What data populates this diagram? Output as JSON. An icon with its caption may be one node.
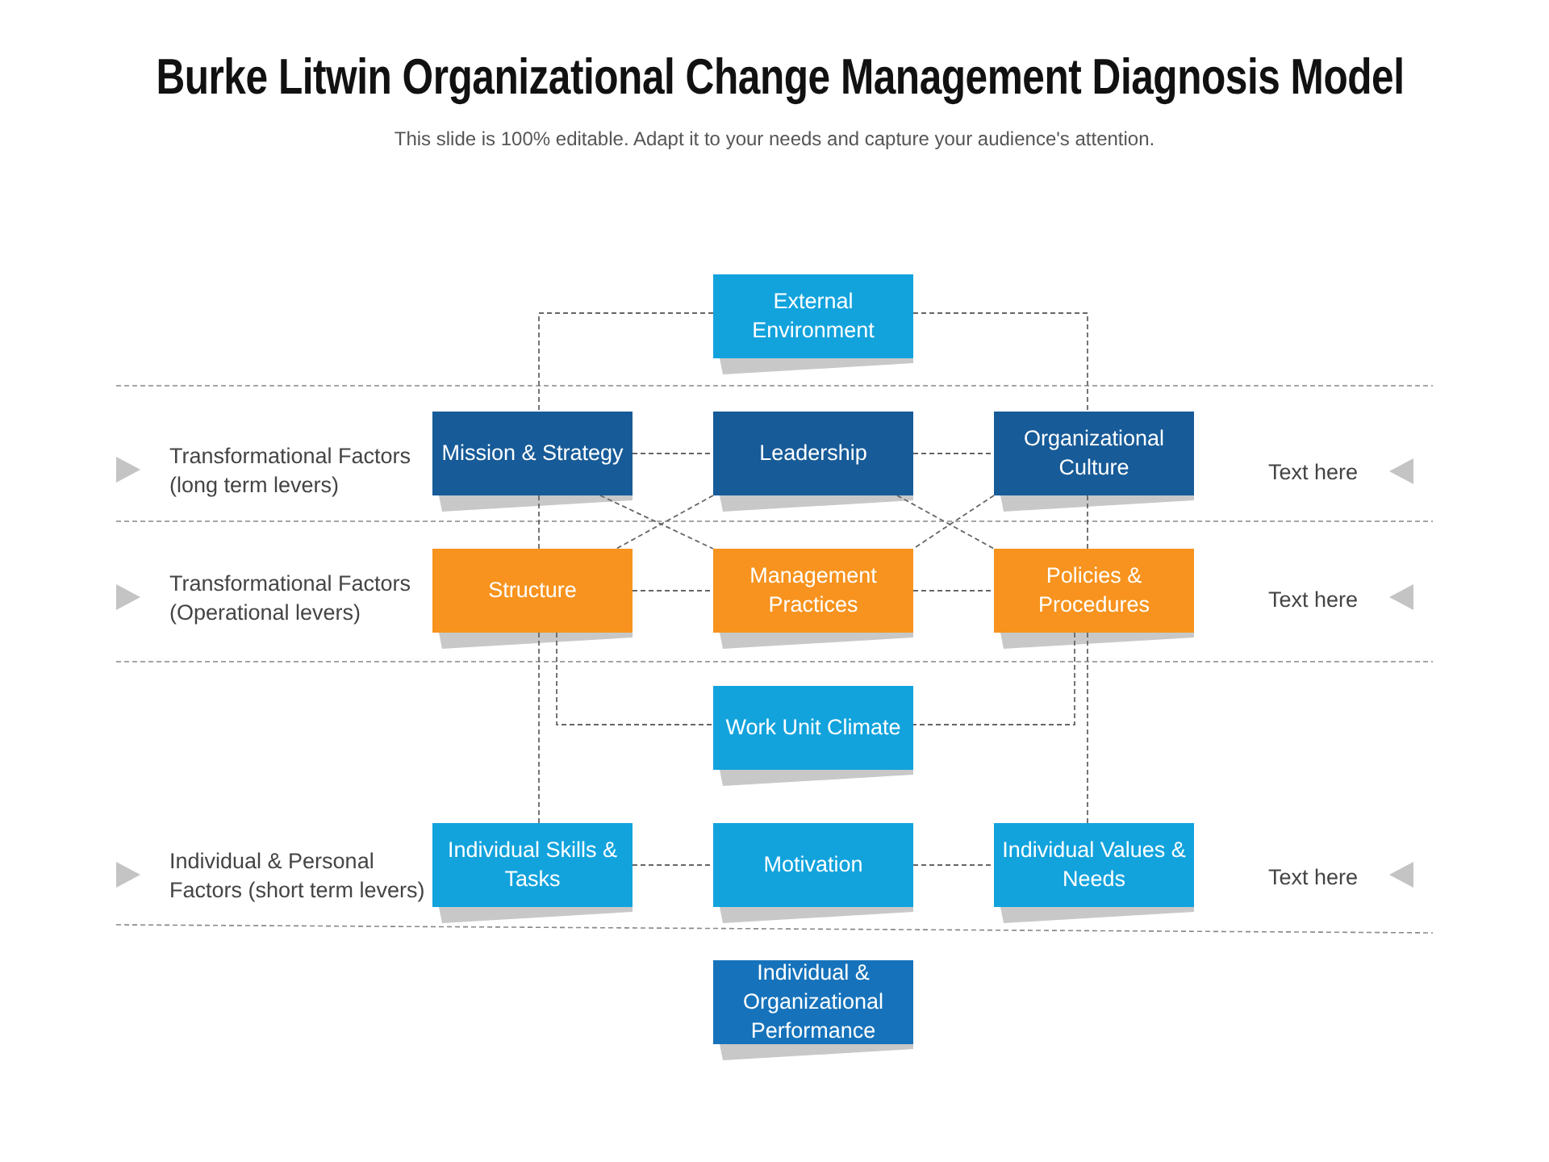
{
  "diagram": {
    "title": "Burke Litwin Organizational Change Management Diagnosis Model",
    "caption": "This slide is 100% editable. Adapt it to your needs and capture your audience's attention.",
    "nodes": [
      {
        "text": [
          "External Environment"
        ]
      },
      {
        "text": [
          "Mission & Strategy"
        ]
      },
      {
        "text": [
          "Leadership"
        ]
      },
      {
        "text": [
          "Organizational Culture"
        ]
      },
      {
        "text": [
          "Structure"
        ]
      },
      {
        "text": [
          "Management Practices"
        ]
      },
      {
        "text": [
          "Policies & Procedures"
        ]
      },
      {
        "text": [
          "Work Unit Climate"
        ]
      },
      {
        "text": [
          "Individual Skills & Tasks"
        ]
      },
      {
        "text": [
          "Motivation"
        ]
      },
      {
        "text": [
          "Individual Values & Needs"
        ]
      },
      {
        "text": [
          "Individual & Organizational Performance"
        ]
      }
    ],
    "edges": [
      {
        "from": 0,
        "to": 1,
        "arrow": "none",
        "style": "dashed"
      },
      {
        "from": 0,
        "to": 3,
        "arrow": "none",
        "style": "dashed"
      },
      {
        "from": 1,
        "to": 2,
        "arrow": "none",
        "style": "dashed"
      },
      {
        "from": 2,
        "to": 3,
        "arrow": "none",
        "style": "dashed"
      },
      {
        "from": 1,
        "to": 4,
        "arrow": "none",
        "style": "dashed"
      },
      {
        "from": 3,
        "to": 6,
        "arrow": "none",
        "style": "dashed"
      },
      {
        "from": 1,
        "to": 5,
        "arrow": "none",
        "style": "dashed"
      },
      {
        "from": 2,
        "to": 4,
        "arrow": "none",
        "style": "dashed"
      },
      {
        "from": 2,
        "to": 6,
        "arrow": "none",
        "style": "dashed"
      },
      {
        "from": 3,
        "to": 5,
        "arrow": "none",
        "style": "dashed"
      },
      {
        "from": 4,
        "to": 5,
        "arrow": "none",
        "style": "dashed"
      },
      {
        "from": 5,
        "to": 6,
        "arrow": "none",
        "style": "dashed"
      },
      {
        "from": 4,
        "to": 7,
        "arrow": "none",
        "style": "dashed"
      },
      {
        "from": 6,
        "to": 7,
        "arrow": "none",
        "style": "dashed"
      },
      {
        "from": 4,
        "to": 8,
        "arrow": "none",
        "style": "dashed"
      },
      {
        "from": 6,
        "to": 10,
        "arrow": "none",
        "style": "dashed"
      },
      {
        "from": 8,
        "to": 9,
        "arrow": "none",
        "style": "dashed"
      },
      {
        "from": 9,
        "to": 10,
        "arrow": "none",
        "style": "dashed"
      }
    ],
    "labels": [
      "Transformational Factors (long term levers)",
      "Text here",
      "Transformational Factors (Operational levers)",
      "Text here",
      "Individual & Personal Factors (short term levers)",
      "Text here"
    ]
  }
}
